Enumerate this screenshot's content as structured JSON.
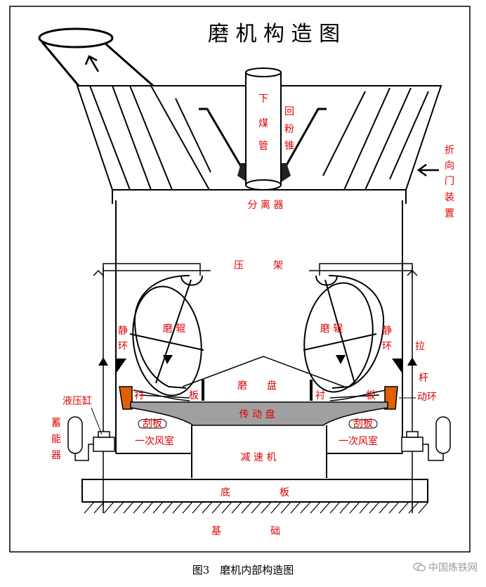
{
  "title": "磨 机 构 造 图",
  "caption": "图3　磨机内部构造图",
  "watermark": "中国炼铁网",
  "labels": {
    "coal_pipe": [
      "下",
      "煤",
      "管"
    ],
    "return_cone": [
      "回",
      "粉",
      "锥"
    ],
    "separator": "分 离 器",
    "folding_door": [
      "折",
      "向",
      "门",
      "装",
      "置"
    ],
    "pressure_frame": "压　　　架",
    "roller_left": "磨 辊",
    "roller_right": "磨 辊",
    "static_ring_left": [
      "静",
      "环"
    ],
    "static_ring_right": [
      "静",
      "环"
    ],
    "pull_rod": [
      "拉",
      "",
      "杆"
    ],
    "moving_ring": "动环",
    "liner_left_a": "衬",
    "liner_left_b": "板",
    "liner_right_a": "衬",
    "liner_right_b": "板",
    "grinding_disc": "磨　　盘",
    "drive_disc": "传 动 盘",
    "scraper_left": "刮板",
    "scraper_right": "刮板",
    "primary_air_left": "一次风室",
    "primary_air_right": "一次风室",
    "gearbox": "减 速 机",
    "hydraulic_cyl": "液压缸",
    "accumulator": [
      "蓄",
      "能",
      "器"
    ],
    "base_plate": "底　　　　　板",
    "foundation": "基　　　　　础"
  },
  "colors": {
    "label": "#e00000",
    "line": "#000000",
    "disc": "#a0a0a0",
    "ring": "#e06000"
  }
}
